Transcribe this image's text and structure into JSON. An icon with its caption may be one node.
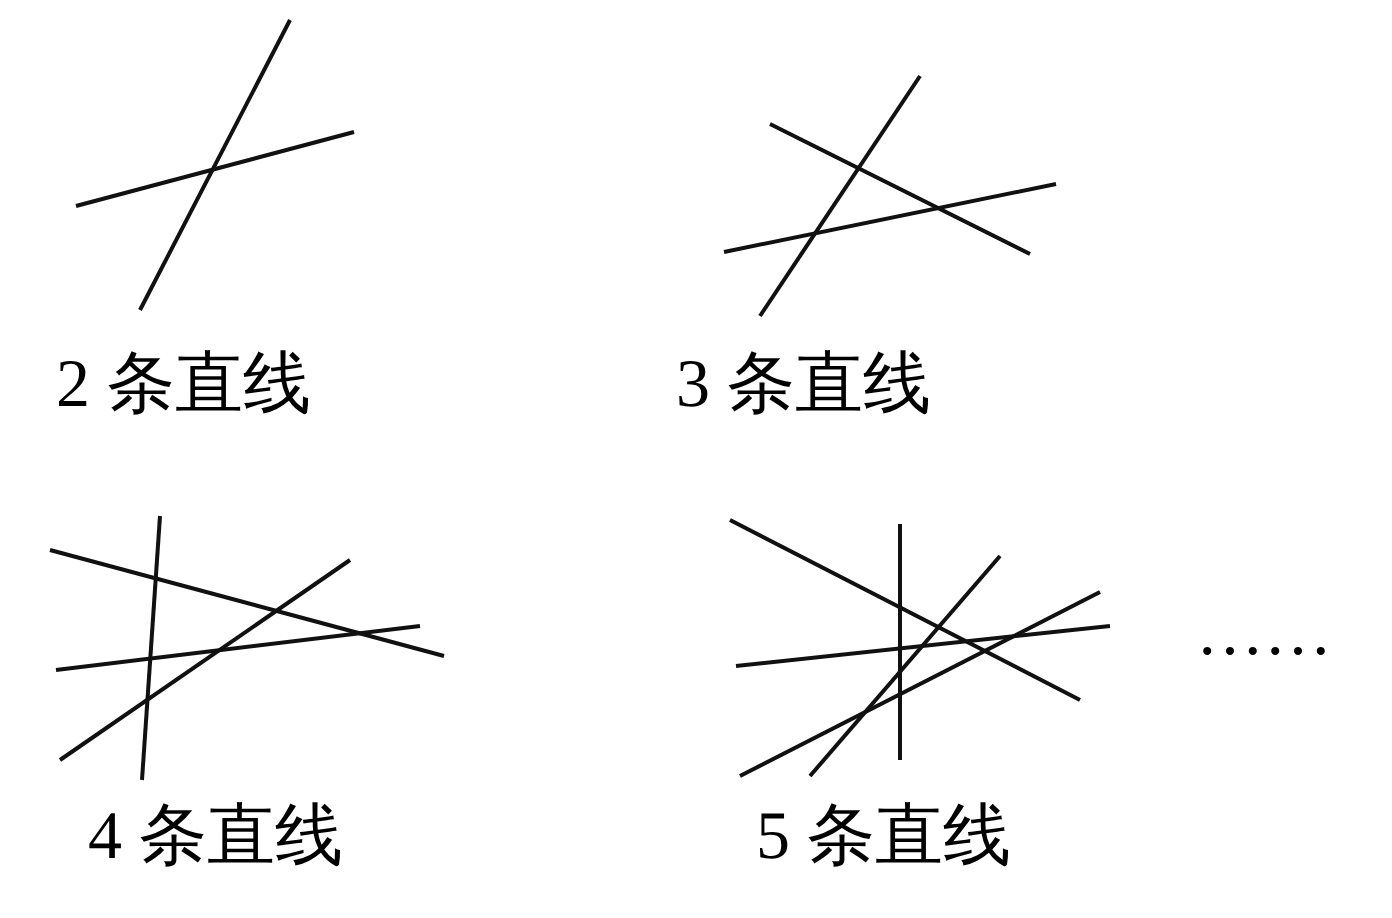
{
  "diagram": {
    "labels": [
      "2 条直线",
      "3 条直线",
      "4 条直线",
      "5 条直线",
      "……"
    ]
  }
}
